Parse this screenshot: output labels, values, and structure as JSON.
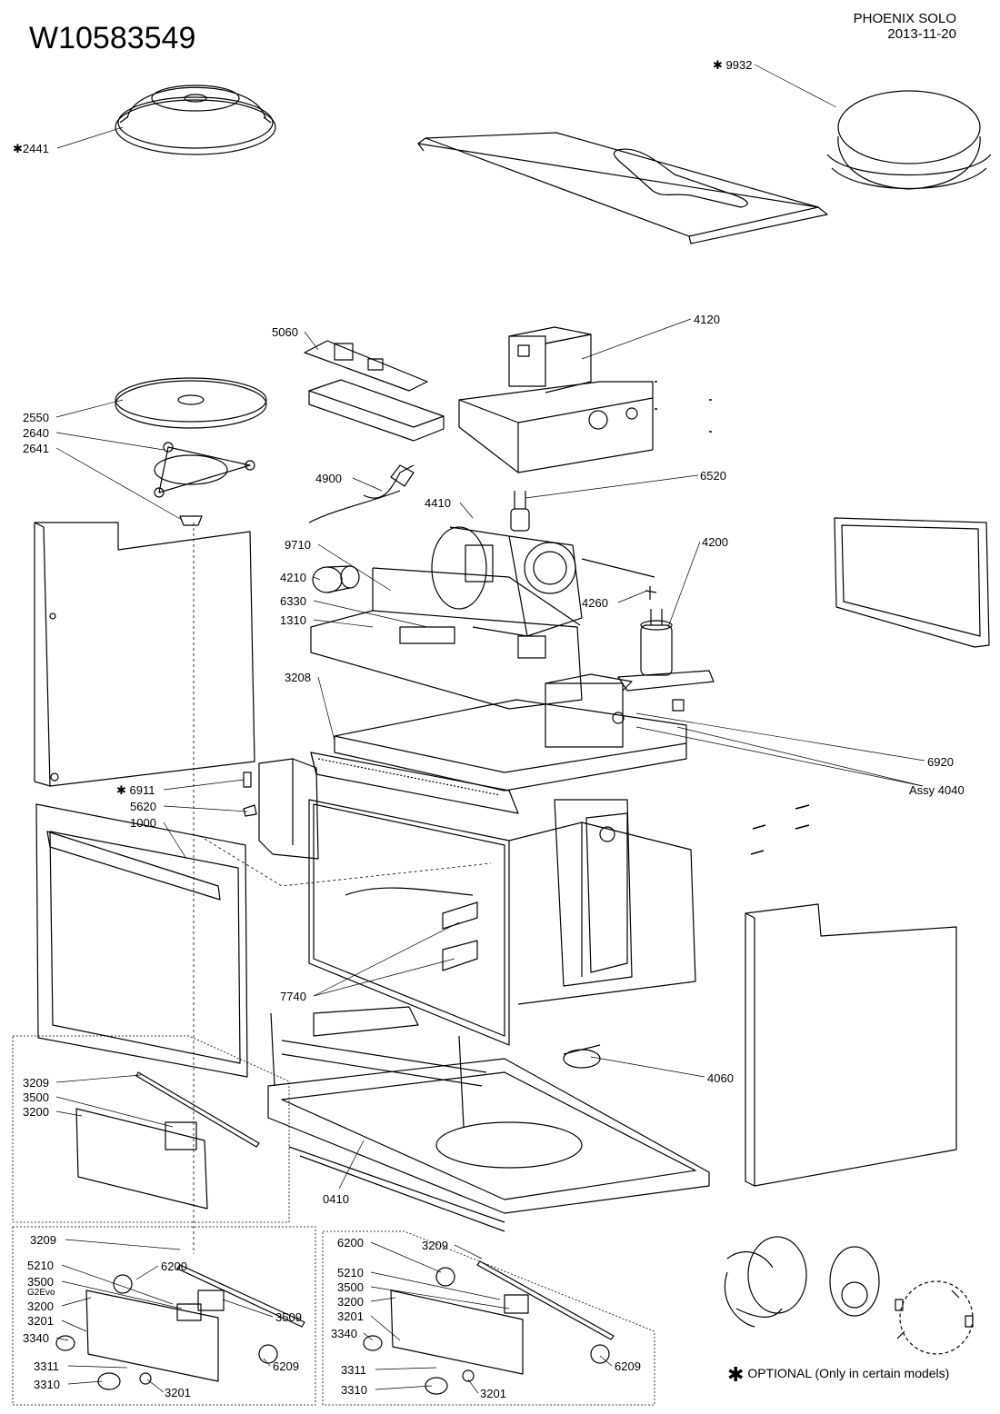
{
  "header": {
    "doc_number": "W10583549",
    "model": "PHOENIX SOLO",
    "date": "2013-11-20"
  },
  "parts": [
    {
      "id": "p9932",
      "label": "✱ 9932"
    },
    {
      "id": "p2441",
      "label": "✱2441"
    },
    {
      "id": "p5060",
      "label": "5060"
    },
    {
      "id": "p4120",
      "label": "4120"
    },
    {
      "id": "p2550",
      "label": "2550"
    },
    {
      "id": "p2640",
      "label": "2640"
    },
    {
      "id": "p2641",
      "label": "2641"
    },
    {
      "id": "p4900",
      "label": "4900"
    },
    {
      "id": "p6520",
      "label": "6520"
    },
    {
      "id": "p4410",
      "label": "4410"
    },
    {
      "id": "p9710",
      "label": "9710"
    },
    {
      "id": "p4200",
      "label": "4200"
    },
    {
      "id": "p4210",
      "label": "4210"
    },
    {
      "id": "p4260",
      "label": "4260"
    },
    {
      "id": "p6330",
      "label": "6330"
    },
    {
      "id": "p1310",
      "label": "1310"
    },
    {
      "id": "p3208",
      "label": "3208"
    },
    {
      "id": "p6920",
      "label": "6920"
    },
    {
      "id": "pAssy4040",
      "label": "Assy 4040"
    },
    {
      "id": "p6911",
      "label": "✱ 6911"
    },
    {
      "id": "p5620",
      "label": "5620"
    },
    {
      "id": "p1000",
      "label": "1000"
    },
    {
      "id": "p7740",
      "label": "7740"
    },
    {
      "id": "p4060",
      "label": "4060"
    },
    {
      "id": "p0410",
      "label": "0410"
    },
    {
      "id": "a3209",
      "label": "3209"
    },
    {
      "id": "a3500",
      "label": "3500"
    },
    {
      "id": "a3200",
      "label": "3200"
    },
    {
      "id": "b3209",
      "label": "3209"
    },
    {
      "id": "b5210",
      "label": "5210"
    },
    {
      "id": "b6200",
      "label": "6200"
    },
    {
      "id": "b3500",
      "label": "3500"
    },
    {
      "id": "bG2Evo",
      "label": "G2Evo"
    },
    {
      "id": "b3200",
      "label": "3200"
    },
    {
      "id": "b3201",
      "label": "3201"
    },
    {
      "id": "b3340",
      "label": "3340"
    },
    {
      "id": "b3509",
      "label": "3509"
    },
    {
      "id": "b6209",
      "label": "6209"
    },
    {
      "id": "b3311",
      "label": "3311"
    },
    {
      "id": "b3310",
      "label": "3310"
    },
    {
      "id": "b3201b",
      "label": "3201"
    },
    {
      "id": "c6200",
      "label": "6200"
    },
    {
      "id": "c3209",
      "label": "3209"
    },
    {
      "id": "c5210",
      "label": "5210"
    },
    {
      "id": "c3500",
      "label": "3500"
    },
    {
      "id": "c3200",
      "label": "3200"
    },
    {
      "id": "c3201",
      "label": "3201"
    },
    {
      "id": "c3340",
      "label": "3340"
    },
    {
      "id": "c6209",
      "label": "6209"
    },
    {
      "id": "c3311",
      "label": "3311"
    },
    {
      "id": "c3310",
      "label": "3310"
    },
    {
      "id": "c3201b",
      "label": "3201"
    }
  ],
  "footnote": {
    "symbol": "✱",
    "text": "OPTIONAL (Only in certain models)"
  },
  "colors": {
    "line": "#000000",
    "background": "#ffffff"
  }
}
